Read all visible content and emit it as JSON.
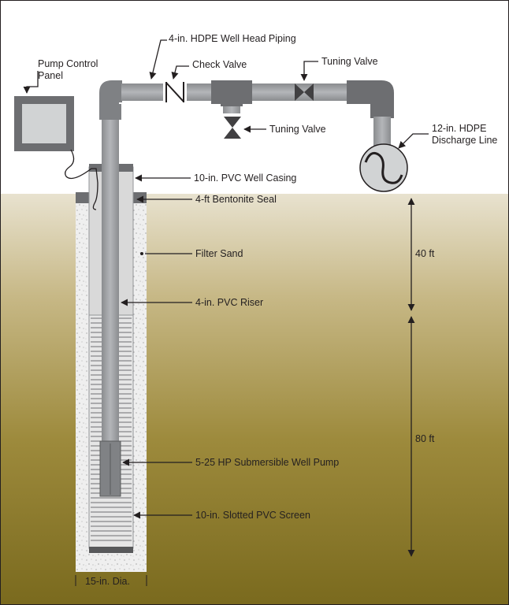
{
  "labels": {
    "pump_control_panel": "Pump Control Panel",
    "well_head_piping": "4-in. HDPE Well Head Piping",
    "check_valve": "Check Valve",
    "tuning_valve_top": "Tuning Valve",
    "tuning_valve_lower": "Tuning Valve",
    "discharge_line": "12-in. HDPE Discharge Line",
    "well_casing": "10-in. PVC Well Casing",
    "bentonite_seal": "4-ft Bentonite Seal",
    "filter_sand": "Filter Sand",
    "riser": "4-in. PVC Riser",
    "pump": "5-25 HP Submersible Well Pump",
    "screen": "10-in. Slotted PVC Screen",
    "diameter": "15-in. Dia."
  },
  "dimensions": {
    "upper_depth": "40 ft",
    "lower_depth": "80 ft"
  },
  "colors": {
    "soil_top": "#e8e2cf",
    "soil_bottom": "#7a6a1e",
    "pipe_gray": "#a7a9ac",
    "pipe_dark": "#6d6e71",
    "borehole_fill": "#ececec",
    "outline": "#231f20"
  }
}
